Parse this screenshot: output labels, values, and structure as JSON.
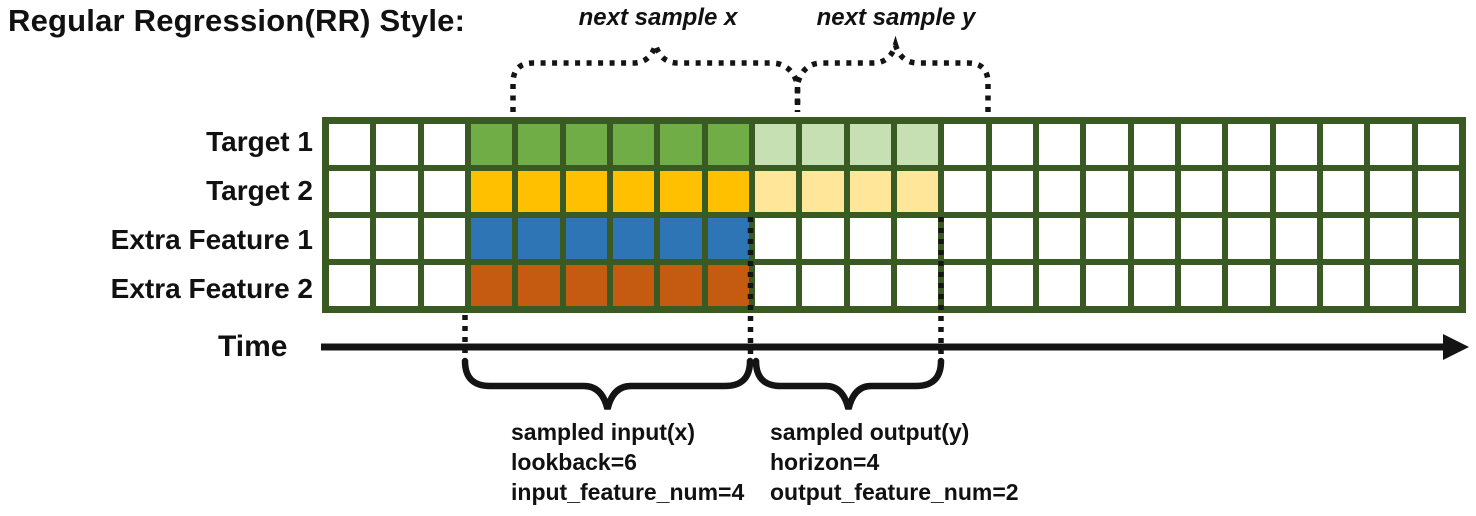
{
  "title": "Regular Regression(RR) Style:",
  "diagram": {
    "row_labels": [
      "Target 1",
      "Target 2",
      "Extra Feature 1",
      "Extra Feature 2"
    ],
    "time_axis_label": "Time",
    "next_sample_x_label": "next sample x",
    "next_sample_y_label": "next sample y",
    "input_annotation": [
      "sampled input(x)",
      "lookback=6",
      "input_feature_num=4"
    ],
    "output_annotation": [
      "sampled output(y)",
      "horizon=4",
      "output_feature_num=2"
    ],
    "lookback": 6,
    "horizon": 4,
    "input_feature_num": 4,
    "output_feature_num": 2
  },
  "grid": {
    "columns": 24,
    "input_start_col": 3,
    "input_cols": 6,
    "output_cols": 4,
    "border_color": "#3A5A23",
    "cell_color": "#FFFFFF",
    "rows": [
      {
        "name": "Target 1",
        "input_color": "#70AD47",
        "output_color": "#C6E0B4"
      },
      {
        "name": "Target 2",
        "input_color": "#FFC000",
        "output_color": "#FFE699"
      },
      {
        "name": "Extra Feature 1",
        "input_color": "#2E75B6",
        "output_color": null
      },
      {
        "name": "Extra Feature 2",
        "input_color": "#C55A11",
        "output_color": null
      }
    ]
  },
  "colors": {
    "ink": "#141414",
    "grid_border": "#3A5A23"
  }
}
